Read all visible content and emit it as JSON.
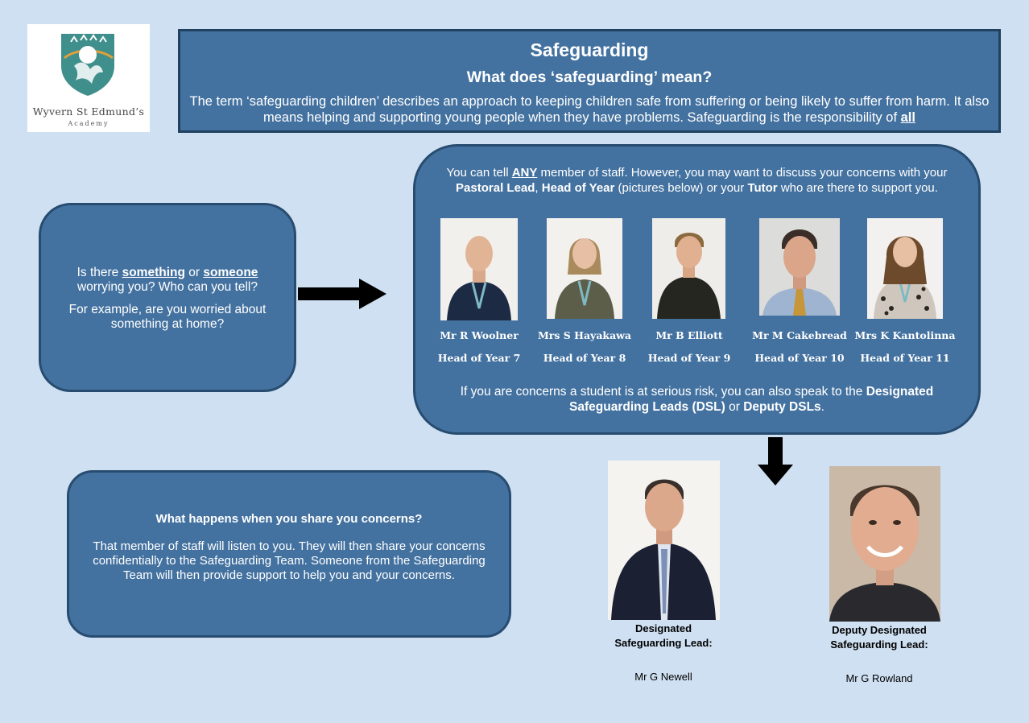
{
  "logo": {
    "school_name": "Wyvern St Edmund’s",
    "subtitle": "Academy"
  },
  "header": {
    "title": "Safeguarding",
    "subtitle": "What does ‘safeguarding’ mean?",
    "body": "The term ‘safeguarding children’ describes an approach to keeping children safe from suffering or being likely to suffer from harm. It also means helping and supporting young people when they have problems. Safeguarding is the responsibility of",
    "body_emphasis": "all"
  },
  "left_box": {
    "q_pre": "Is there ",
    "q_word1": "something",
    "q_mid": " or ",
    "q_word2": "someone",
    "q_post": " worrying you? Who can you tell?",
    "example": "For example, are you worried about something at home?"
  },
  "staff_box": {
    "intro": {
      "p1": "You can tell ",
      "any": "ANY",
      "p2": " member of staff. However, you may want to discuss your concerns with your ",
      "pastoral": "Pastoral Lead",
      "p3": ", ",
      "hoy": "Head of Year",
      "p4": " (pictures below) or your ",
      "tutor": "Tutor",
      "p5": " who are there to support you."
    },
    "staff": [
      {
        "name": "Mr R Woolner",
        "role": "Head of Year 7"
      },
      {
        "name": "Mrs S Hayakawa",
        "role": "Head of Year 8"
      },
      {
        "name": "Mr B Elliott",
        "role": "Head of Year 9"
      },
      {
        "name": "Mr M Cakebread",
        "role": "Head of Year 10"
      },
      {
        "name": "Mrs K Kantolinna",
        "role": "Head of Year 11"
      }
    ],
    "outro": {
      "p1": "If you are concerns a student is at serious risk, you can also speak to the ",
      "dsl": "Designated Safeguarding Leads (DSL)",
      "p2": " or ",
      "deputy": "Deputy DSLs",
      "p3": "."
    }
  },
  "share_box": {
    "heading": "What happens when you share you concerns?",
    "body": "That member of staff will listen to you. They will then share your concerns confidentially to the Safeguarding Team. Someone from the Safeguarding Team will then provide support to help you and your concerns."
  },
  "dsl": {
    "title": "Designated Safeguarding Lead:",
    "name": "Mr G Newell"
  },
  "deputy_dsl": {
    "title": "Deputy Designated Safeguarding Lead:",
    "name": "Mr G Rowland"
  },
  "colors": {
    "background": "#cfe0f2",
    "panel": "#4472a0",
    "panel_border": "#274c70",
    "logo_teal": "#3f8f8c",
    "logo_gold": "#e0a03a"
  }
}
